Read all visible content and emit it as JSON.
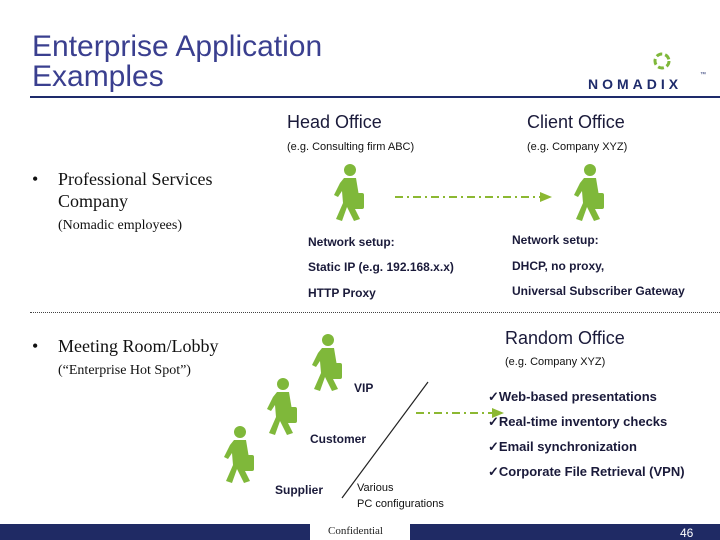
{
  "slide": {
    "title_line1": "Enterprise Application",
    "title_line2": "Examples",
    "logo_text": "NOMADIX",
    "logo_tm": "™"
  },
  "section1": {
    "bullet_title": "Professional Services Company",
    "bullet_sub": "(Nomadic employees)",
    "head_office": "Head Office",
    "head_office_sub": "(e.g. Consulting firm ABC)",
    "client_office": "Client Office",
    "client_office_sub": "(e.g. Company XYZ)",
    "left_setup": [
      "Network setup:",
      "Static IP (e.g. 192.168.x.x)",
      "HTTP Proxy"
    ],
    "right_setup": [
      "Network setup:",
      "DHCP, no proxy,",
      "Universal Subscriber Gateway"
    ]
  },
  "section2": {
    "bullet_title": "Meeting Room/Lobby",
    "bullet_sub": "(“Enterprise Hot Spot”)",
    "random_office": "Random Office",
    "random_office_sub": "(e.g. Company XYZ)",
    "vip": "VIP",
    "customer": "Customer",
    "supplier": "Supplier",
    "various": "Various",
    "pc_config": "PC configurations",
    "checks": [
      "Web-based presentations",
      "Real-time inventory checks",
      "Email synchronization",
      "Corporate File Retrieval (VPN)"
    ]
  },
  "footer": {
    "confidential": "Confidential",
    "page": "46"
  },
  "colors": {
    "title": "#3a3f8f",
    "figure": "#7fb83a",
    "arrow": "#8cb832",
    "footer": "#1f2a64"
  },
  "icons": [
    "walking-figure-icon",
    "checkmark-icon",
    "bullet-icon",
    "logo-icon"
  ]
}
